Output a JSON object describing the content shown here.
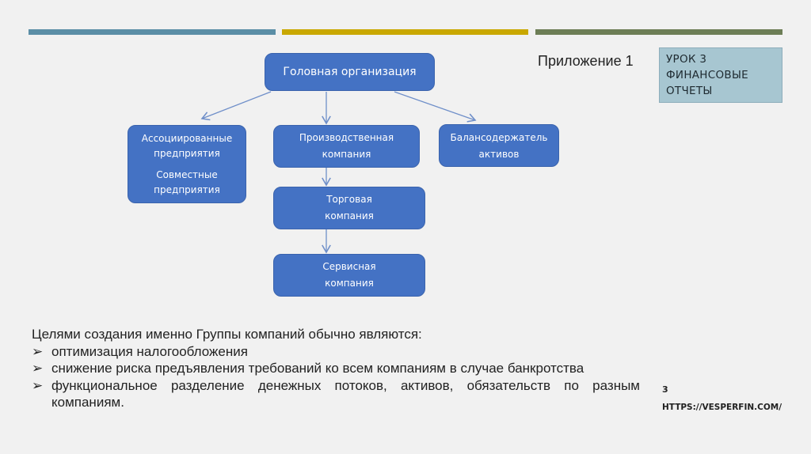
{
  "colors": {
    "bar1": "#5b8ea6",
    "bar2": "#c9a800",
    "bar3": "#6d7e56",
    "box": "#4472c4",
    "lesson_bg": "#a7c6d1"
  },
  "diagram": {
    "head": "Головная организация",
    "associated": [
      "Ассоциированные",
      "предприятия",
      "Совместные",
      "предприятия"
    ],
    "production": [
      "Производственная",
      "компания"
    ],
    "holder": [
      "Балансодержатель",
      "активов"
    ],
    "trade": [
      "Торговая",
      "компания"
    ],
    "service": [
      "Сервисная",
      "компания"
    ]
  },
  "appendix": "Приложение 1",
  "lesson": [
    "УРОК 3",
    "ФИНАНСОВЫЕ",
    "ОТЧЕТЫ"
  ],
  "body": {
    "heading": "Целями создания именно Группы компаний обычно являются:",
    "bullet_mark": "➢",
    "bullets": [
      "оптимизация налогообложения",
      "снижение риска предъявления требований ко всем компаниям в случае банкротства",
      "функциональное разделение денежных потоков, активов, обязательств по разным компаниям."
    ]
  },
  "page_number": "3",
  "url": "HTTPS://VESPERFIN.COM/"
}
